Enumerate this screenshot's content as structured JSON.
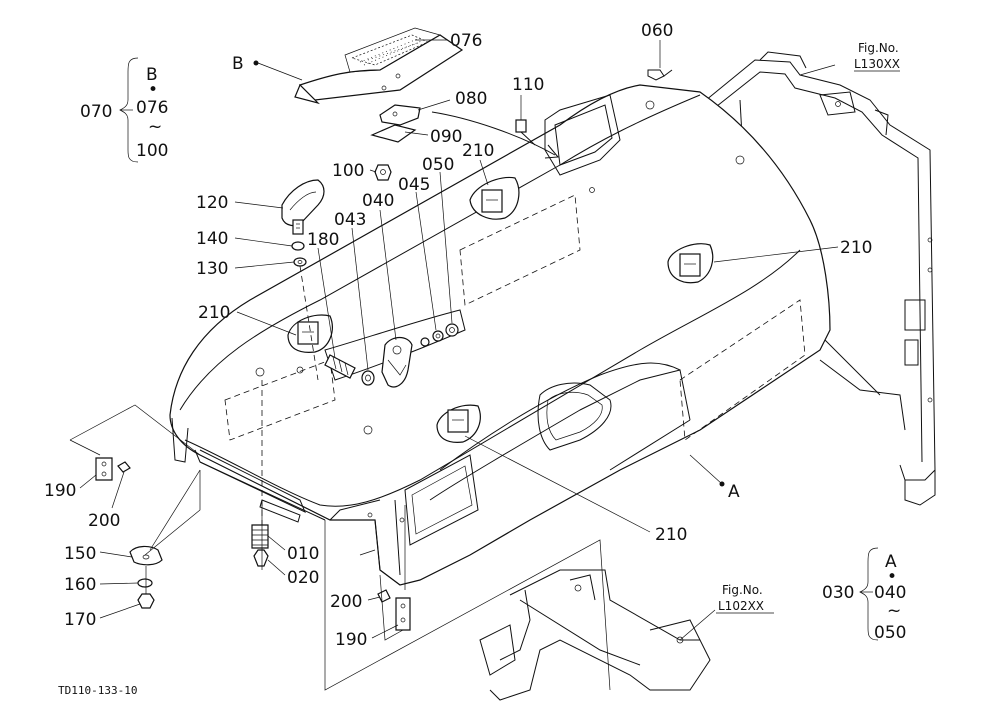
{
  "callouts": {
    "p076": "076",
    "p060": "060",
    "p080": "080",
    "p110": "110",
    "p090": "090",
    "p100": "100",
    "p050": "050",
    "p210a": "210",
    "p045": "045",
    "p040": "040",
    "p120": "120",
    "p043": "043",
    "p140": "140",
    "p180": "180",
    "p130": "130",
    "p210b": "210",
    "p210c": "210",
    "p210d": "210",
    "p190a": "190",
    "p200a": "200",
    "p150": "150",
    "p010": "010",
    "p020": "020",
    "p160": "160",
    "p170": "170",
    "p200b": "200",
    "p190b": "190",
    "ref_a": "A",
    "ref_b": "B"
  },
  "groups": {
    "b": {
      "parent": "070",
      "letter": "B",
      "dot": "•",
      "from": "076",
      "tilde": "~",
      "to": "100"
    },
    "a": {
      "parent": "030",
      "letter": "A",
      "dot": "•",
      "from": "040",
      "tilde": "~",
      "to": "050"
    }
  },
  "figrefs": {
    "top": {
      "label": "Fig.No.",
      "code": "L130XX"
    },
    "bottom": {
      "label": "Fig.No.",
      "code": "L102XX"
    }
  },
  "drawing_id": "TD110-133-10"
}
